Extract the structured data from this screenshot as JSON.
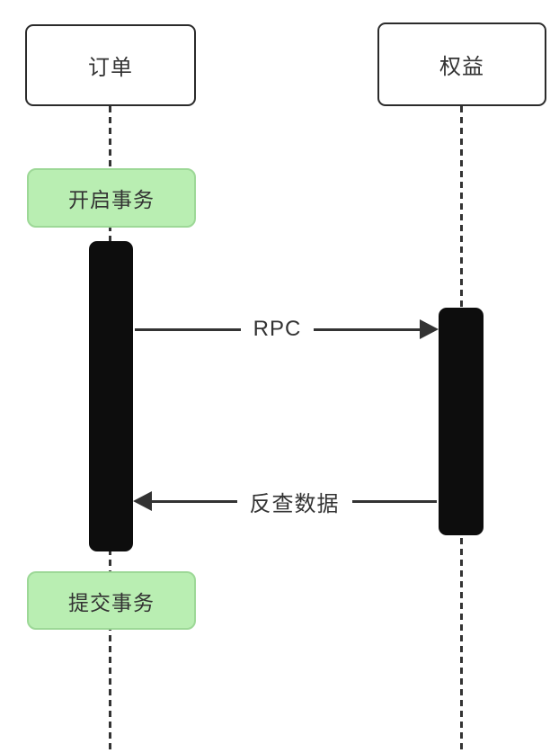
{
  "diagram": {
    "type": "sequence",
    "actors": [
      {
        "id": "order",
        "label": "订单"
      },
      {
        "id": "rights",
        "label": "权益"
      }
    ],
    "notes": [
      {
        "id": "begin-transaction",
        "label": "开启事务",
        "attached_to": "order"
      },
      {
        "id": "commit-transaction",
        "label": "提交事务",
        "attached_to": "order"
      }
    ],
    "messages": [
      {
        "id": "rpc-call",
        "label": "RPC",
        "from": "order",
        "to": "rights",
        "direction": "right"
      },
      {
        "id": "data-backcheck",
        "label": "反查数据",
        "from": "rights",
        "to": "order",
        "direction": "left"
      }
    ],
    "colors": {
      "background": "#ffffff",
      "box_border": "#2b2b2b",
      "text": "#333333",
      "note_fill": "#b9eeb2",
      "note_border": "#9dd897",
      "activation_fill": "#0d0d0d",
      "line": "#333333"
    }
  }
}
